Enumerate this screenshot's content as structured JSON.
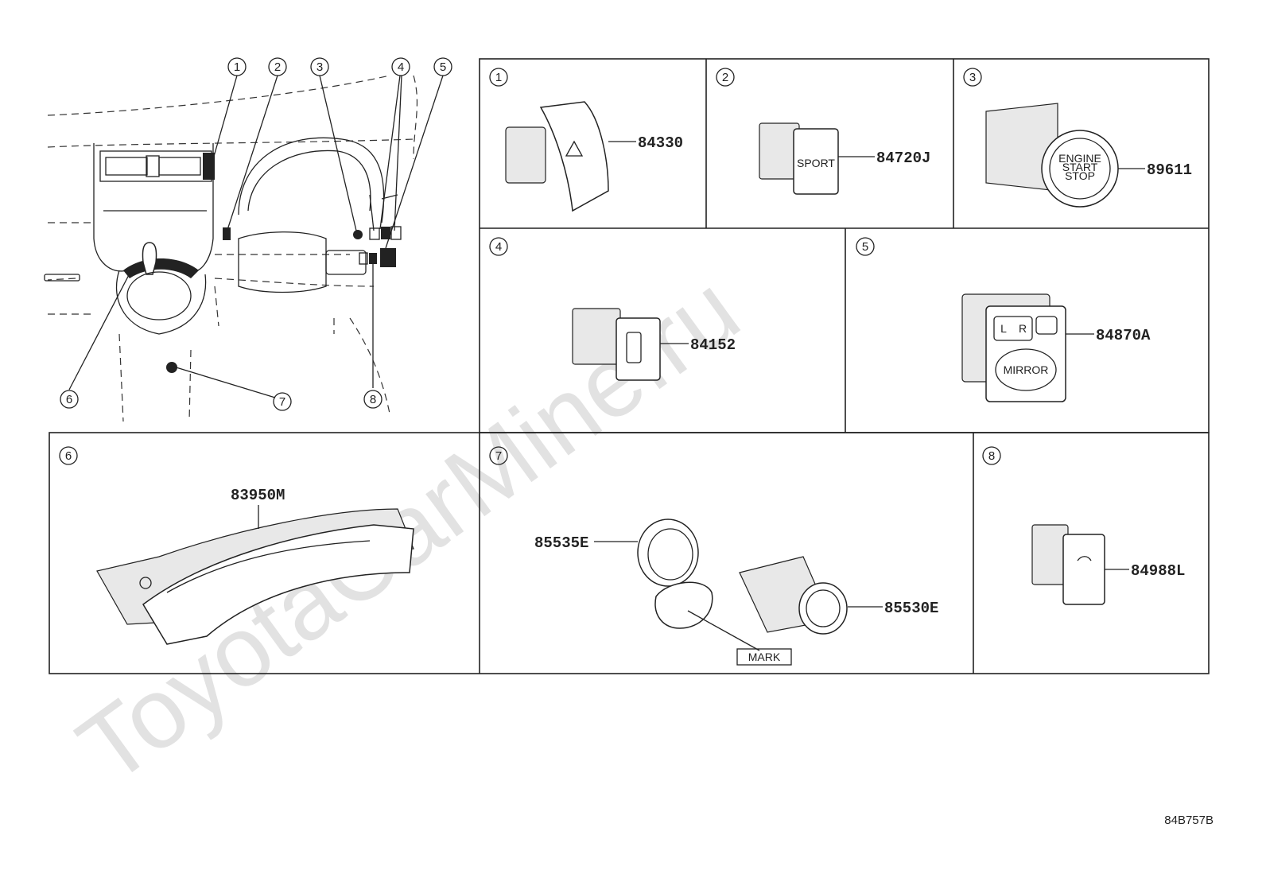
{
  "watermark": "ToyotaCarMine.ru",
  "drawing_code": "84B757B",
  "overview": {
    "callouts": [
      "1",
      "2",
      "3",
      "4",
      "5",
      "6",
      "7",
      "8"
    ]
  },
  "panels": [
    {
      "index": "1",
      "part_number": "84330"
    },
    {
      "index": "2",
      "part_number": "84720J",
      "switch_label": "SPORT"
    },
    {
      "index": "3",
      "part_number": "89611",
      "switch_label_line1": "ENGINE",
      "switch_label_line2": "START",
      "switch_label_line3": "STOP"
    },
    {
      "index": "4",
      "part_number": "84152"
    },
    {
      "index": "5",
      "part_number": "84870A",
      "switch_label": "MIRROR",
      "left_label": "L",
      "right_label": "R"
    },
    {
      "index": "6",
      "part_number": "83950M"
    },
    {
      "index": "7",
      "part_numbers": [
        "85535E",
        "85530E"
      ],
      "mark_label": "MARK"
    },
    {
      "index": "8",
      "part_number": "84988L"
    }
  ]
}
